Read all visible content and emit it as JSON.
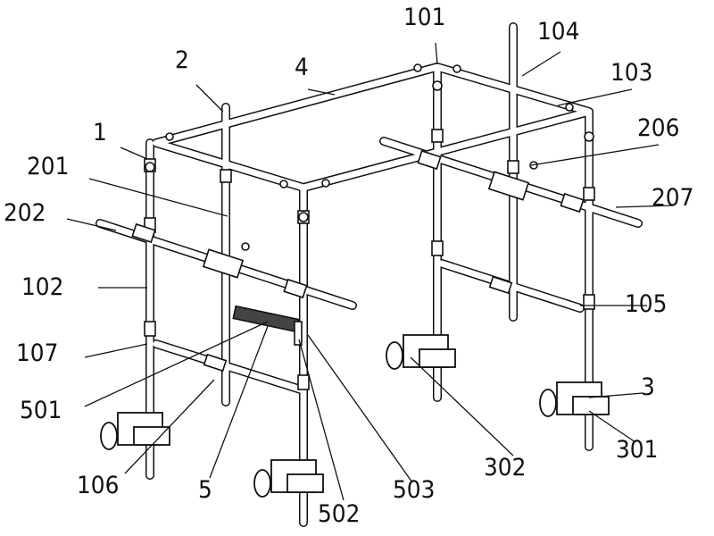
{
  "figure": {
    "labels": {
      "l101": "101",
      "l104": "104",
      "l103": "103",
      "l2": "2",
      "l4": "4",
      "l1": "1",
      "l206": "206",
      "l201": "201",
      "l202": "202",
      "l207": "207",
      "l102": "102",
      "l105": "105",
      "l107": "107",
      "l3": "3",
      "l501": "501",
      "l302": "302",
      "l301": "301",
      "l106": "106",
      "l5": "5",
      "l503": "503",
      "l502": "502"
    }
  }
}
